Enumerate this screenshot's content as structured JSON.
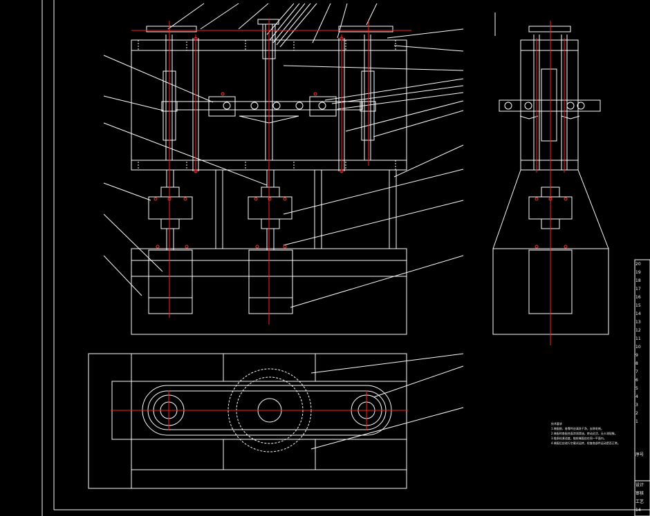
{
  "drawing": {
    "type": "mechanical-assembly-drawing",
    "background": "#000000",
    "line_color": "#ffffff",
    "centerline_color": "#ff2020",
    "bolt_color": "#ff3030",
    "views": [
      "front-view",
      "side-view",
      "top-view"
    ]
  },
  "notes": {
    "heading": "技术要求",
    "lines": [
      "1.装配前，各零件应清洗干净，去除毛刺。",
      "2.装配时各配合面涂润滑油，转动灵活，无卡滞现象。",
      "3.链条松紧适度，链轮端面应在同一平面内。",
      "4.装配后应进行空载试运转，检查各部件运动是否正常。"
    ]
  },
  "titleblock": {
    "rows": [
      "20",
      "19",
      "18",
      "17",
      "16",
      "15",
      "14",
      "13",
      "12",
      "11",
      "10",
      "9",
      "8",
      "7",
      "6",
      "5",
      "4",
      "3",
      "2",
      "1",
      "",
      "",
      "",
      "序号"
    ],
    "bottom": [
      "设计",
      "审核",
      "工艺",
      "14"
    ]
  }
}
